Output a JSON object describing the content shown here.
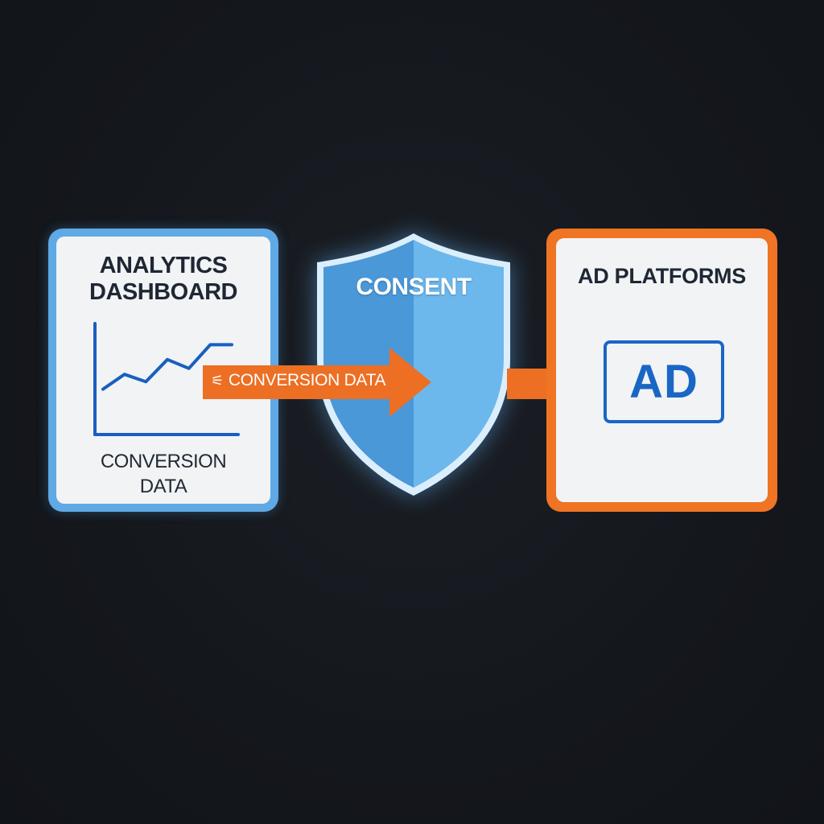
{
  "analytics": {
    "title_line1": "ANALYTICS",
    "title_line2": "DASHBOARD",
    "caption_line1": "CONVERSION",
    "caption_line2": "DATA",
    "chart_data": {
      "type": "line",
      "x": [
        0,
        1,
        2,
        3,
        4,
        5,
        6
      ],
      "values": [
        1,
        2,
        1.5,
        3,
        2.4,
        4,
        4
      ]
    }
  },
  "flow": {
    "arrow_label": "CONVERSION DATA",
    "arrow_glyph": "⚟"
  },
  "consent": {
    "label": "CONSENT"
  },
  "ad_platforms": {
    "title": "AD PLATFORMS",
    "badge": "AD"
  },
  "colors": {
    "blue_panel": "#5fa9e4",
    "orange_panel": "#ef7424",
    "shield_light": "#6cb8ec",
    "shield_dark": "#4a98d8",
    "ad_blue": "#1a66c4",
    "background": "#15181d"
  },
  "icons": {
    "chart": "line-chart-icon",
    "shield": "shield-icon",
    "arrow": "arrow-right-icon"
  }
}
